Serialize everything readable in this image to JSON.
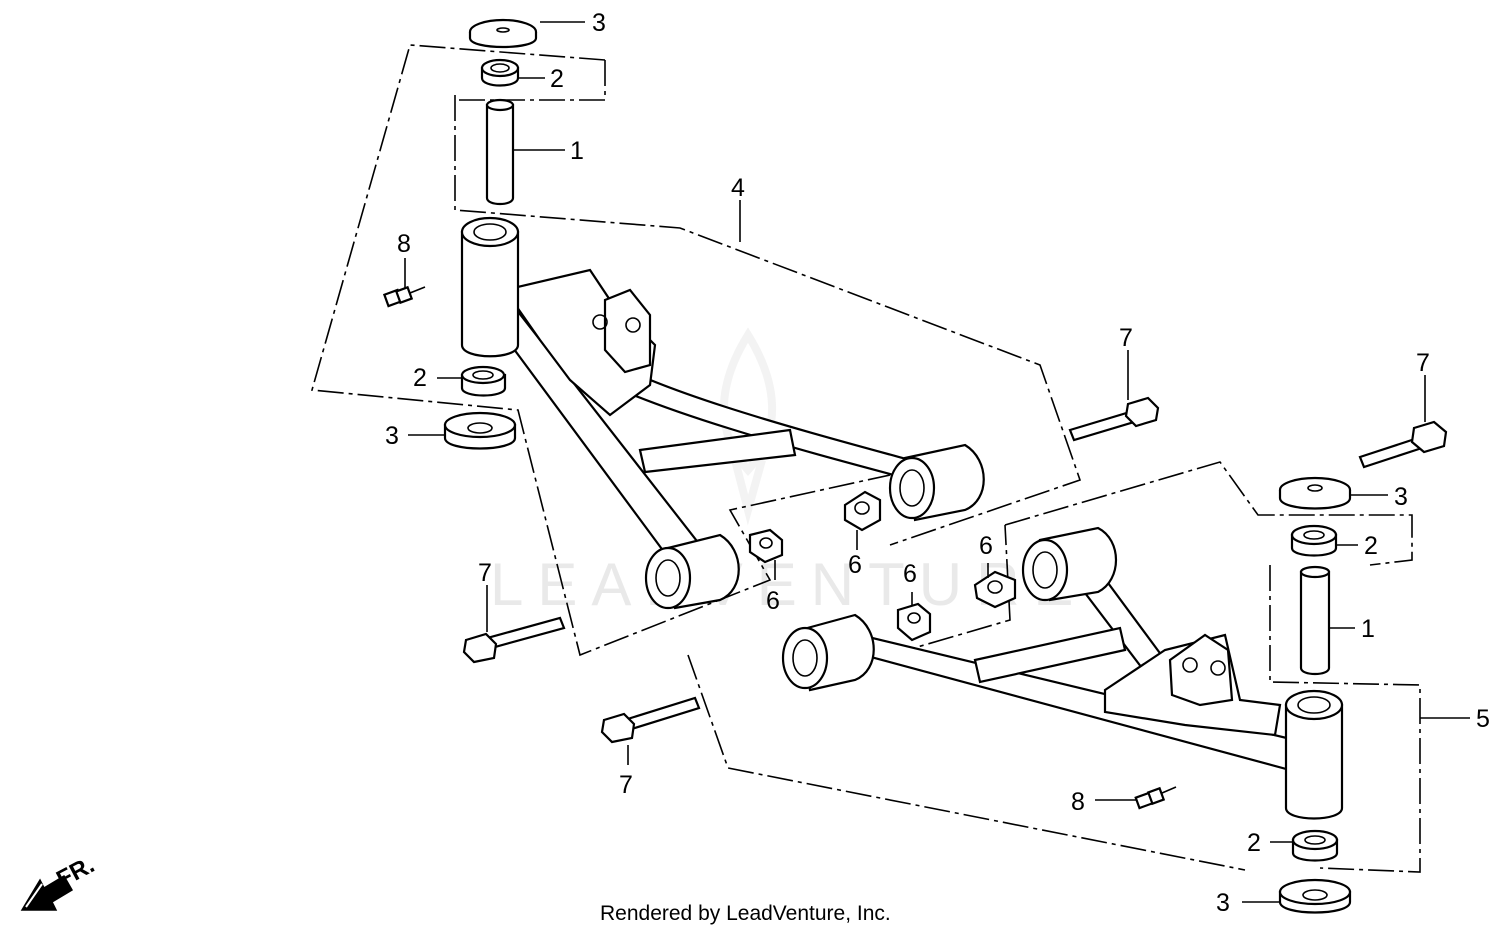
{
  "diagram": {
    "callouts": {
      "c3_top_left": "3",
      "c2_top_left": "2",
      "c1_left": "1",
      "c4": "4",
      "c8_left": "8",
      "c2_mid_left": "2",
      "c3_mid_left": "3",
      "c7_center_top": "7",
      "c7_right_top": "7",
      "c3_right": "3",
      "c2_right": "2",
      "c1_right": "1",
      "c5": "5",
      "c6_a": "6",
      "c6_b": "6",
      "c6_c": "6",
      "c6_d": "6",
      "c7_left_mid": "7",
      "c7_bottom_left": "7",
      "c8_right": "8",
      "c2_bottom_right": "2",
      "c3_bottom_right": "3"
    },
    "watermark": "LEADVENTURE",
    "direction_label": "FR.",
    "credit": "Rendered by LeadVenture, Inc."
  }
}
